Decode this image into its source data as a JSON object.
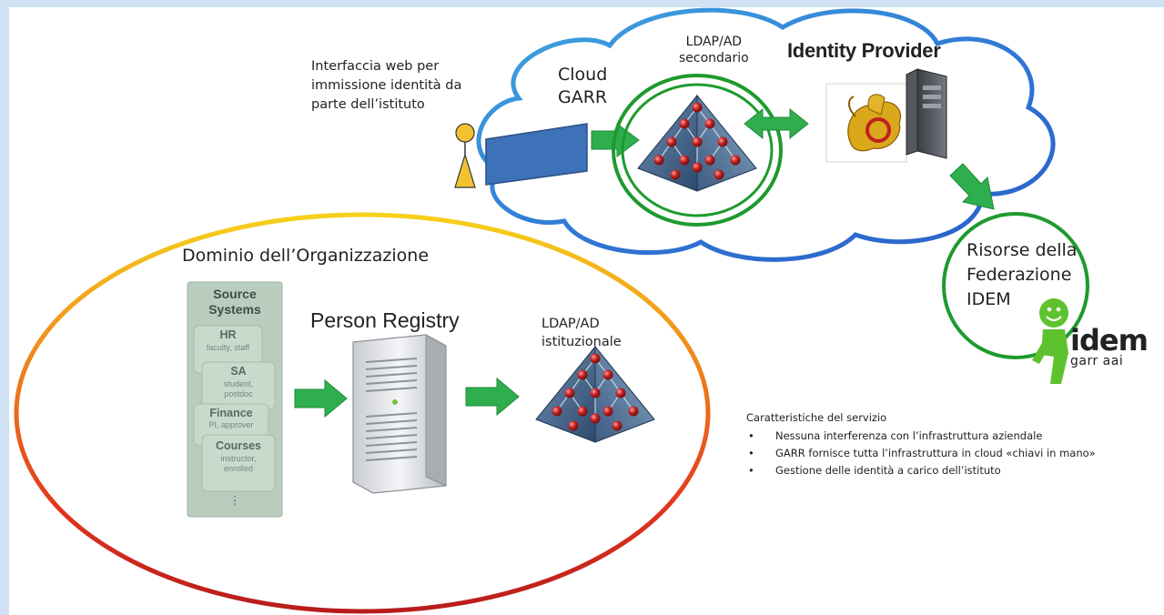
{
  "cloud": {
    "label_line1": "Cloud",
    "label_line2": "GARR",
    "ldap_secondary_line1": "LDAP/AD",
    "ldap_secondary_line2": "secondario",
    "identity_provider": "Identity Provider"
  },
  "web_interface_note": {
    "line1": "Interfaccia web per",
    "line2": "immissione identità da",
    "line3": "parte dell’istituto"
  },
  "organization": {
    "domain_title": "Dominio dell’Organizzazione",
    "person_registry": "Person Registry",
    "ldap_institutional_line1": "LDAP/AD",
    "ldap_institutional_line2": "istituzionale"
  },
  "source_systems": {
    "title_line1": "Source",
    "title_line2": "Systems",
    "items": [
      {
        "name": "HR",
        "sub1": "faculty, staff",
        "sub2": ""
      },
      {
        "name": "SA",
        "sub1": "student,",
        "sub2": "postdoc"
      },
      {
        "name": "Finance",
        "sub1": "PI, approver",
        "sub2": ""
      },
      {
        "name": "Courses",
        "sub1": "instructor,",
        "sub2": "enrolled"
      }
    ],
    "more": "⋮"
  },
  "federation": {
    "line1": "Risorse della",
    "line2": "Federazione",
    "line3": "IDEM",
    "logo_text": "idem",
    "logo_sub": "garr aai"
  },
  "features": {
    "title": "Caratteristiche del servizio",
    "items": [
      "Nessuna interferenza con l’infrastruttura aziendale",
      "GARR fornisce tutta l’infrastruttura in cloud «chiavi in mano»",
      "Gestione delle identità a carico dell’istituto"
    ]
  },
  "colors": {
    "arrow_green": "#2fae4e",
    "ring_green": "#1e9a2e",
    "cloud_blue": "#3b82d6",
    "screen_blue": "#3d71b8",
    "person_yellow": "#f1c232",
    "source_panel": "#b9cdbf"
  },
  "icons": [
    "user-icon",
    "monitor-screen-icon",
    "ldap-pyramid-icon",
    "server-tower-icon",
    "shibboleth-griffin-icon",
    "idem-mascot-icon"
  ]
}
